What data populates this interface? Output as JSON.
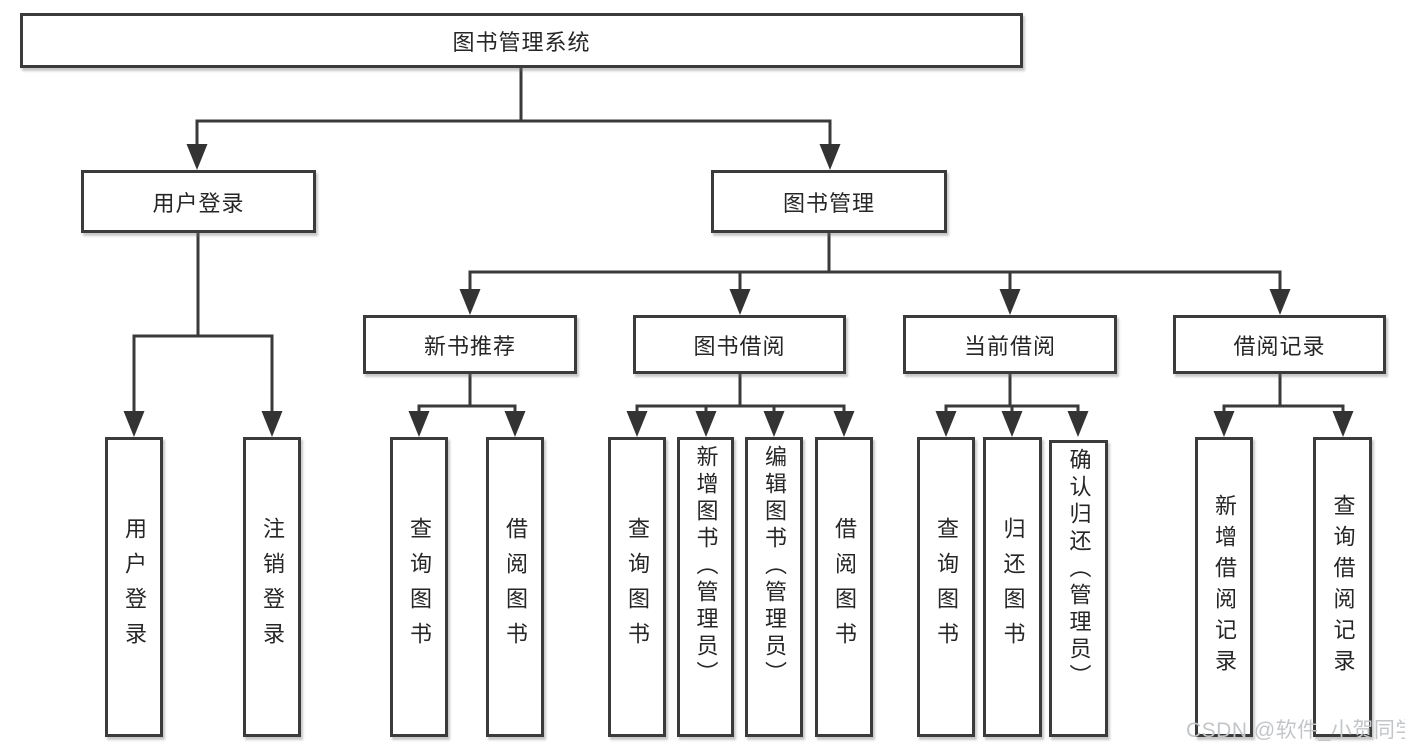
{
  "tree": {
    "root": "图书管理系统",
    "branches": [
      {
        "label": "用户登录",
        "leaves": [
          "用户登录",
          "注销登录"
        ]
      },
      {
        "label": "图书管理",
        "groups": [
          {
            "label": "新书推荐",
            "leaves": [
              "查询图书",
              "借阅图书"
            ]
          },
          {
            "label": "图书借阅",
            "leaves": [
              "查询图书",
              "新增图书（管理员）",
              "编辑图书（管理员）",
              "借阅图书"
            ]
          },
          {
            "label": "当前借阅",
            "leaves": [
              "查询图书",
              "归还图书",
              "确认归还（管理员）"
            ]
          },
          {
            "label": "借阅记录",
            "leaves": [
              "新增借阅记录",
              "查询借阅记录"
            ]
          }
        ]
      }
    ]
  },
  "watermark": "CSDN @软件_小贺同学",
  "colors": {
    "line": "#3a3a3a",
    "border": "#3b3b3b",
    "text": "#262626",
    "watermark": "#c3c6c9",
    "background": "#ffffff"
  }
}
